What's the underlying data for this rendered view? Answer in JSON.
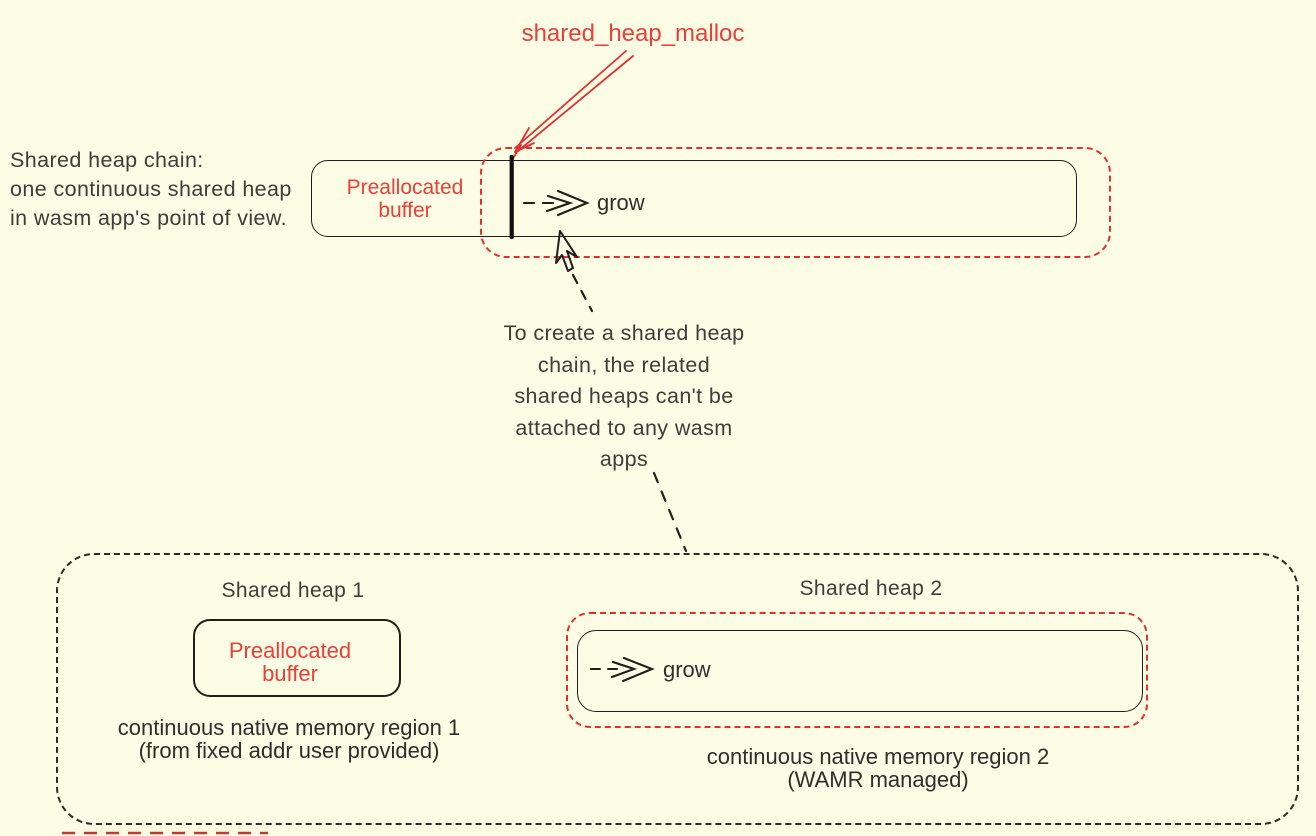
{
  "colors": {
    "background": "#FDFCE4",
    "red": "#E03131",
    "red_text": "#E8403A",
    "ink": "#1E1E1E",
    "soft_text": "#3D3D3D"
  },
  "top": {
    "malloc_label": "shared_heap_malloc",
    "chain_note_lines": [
      "Shared heap chain:",
      "one continuous shared heap",
      "in wasm app's point of view."
    ],
    "prealloc_line1": "Preallocated",
    "prealloc_line2": "buffer",
    "grow_label": "grow"
  },
  "middle": {
    "note_lines": [
      "To create a shared heap",
      "chain, the related",
      "shared heaps can't be",
      "attached to any wasm",
      "apps"
    ]
  },
  "bottom": {
    "heap1": {
      "title": "Shared heap 1",
      "box_line1": "Preallocated",
      "box_line2": "buffer",
      "caption_line1": "continuous native memory region 1",
      "caption_line2": "(from fixed addr user provided)"
    },
    "heap2": {
      "title": "Shared heap 2",
      "grow_label": "grow",
      "caption_line1": "continuous native memory region 2",
      "caption_line2": "(WAMR managed)"
    }
  }
}
